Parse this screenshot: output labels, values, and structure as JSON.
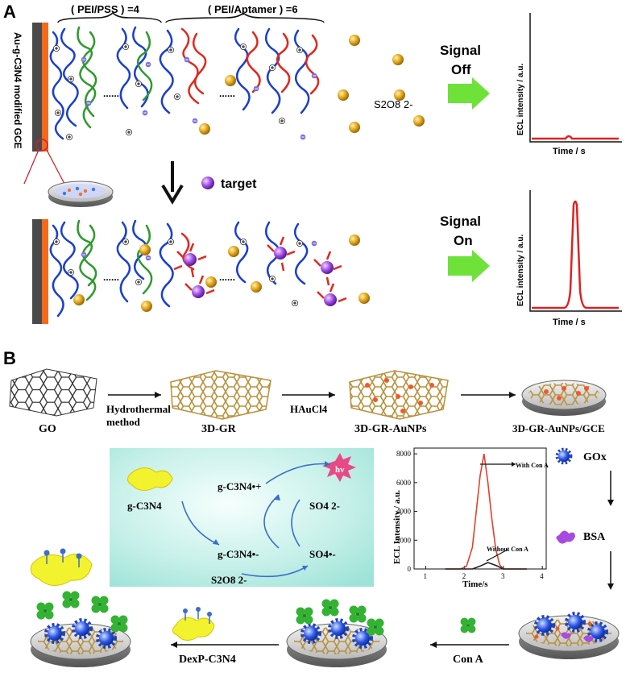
{
  "panel_a": {
    "letter": "A",
    "electrode_label": "Au-g-C3N4 modified GCE",
    "pei_pss_label": "( PEI/PSS ) =4",
    "pei_aptamer_label": "( PEI/Aptamer ) =6",
    "ellipsis": "......",
    "persulfate_label": "S2O8 2-",
    "target_label": "target",
    "signal_off": {
      "line1": "Signal",
      "line2": "Off"
    },
    "signal_on": {
      "line1": "Signal",
      "line2": "On"
    },
    "graph_off": {
      "ylabel": "ECL intensity / a.u.",
      "xlabel": "Time / s"
    },
    "graph_on": {
      "ylabel": "ECL intensity / a.u.",
      "xlabel": "Time / s"
    },
    "colors": {
      "arrow_green": "#6fe23a",
      "curve_red": "#e02020",
      "electrode_orange": "#f26a1b",
      "polymer_blue": "#1a3fcf",
      "aptamer_red": "#e0281e",
      "pss_green": "#2e9a2e",
      "gold": "#e0a21a",
      "target_purple": "#9a45e0"
    }
  },
  "panel_b": {
    "letter": "B",
    "steps": [
      "GO",
      "3D-GR",
      "3D-GR-AuNPs",
      "3D-GR-AuNPs/GCE"
    ],
    "step_arrow1_label": [
      "Hydrothermal",
      "method"
    ],
    "step_arrow2_label": "HAuCl4",
    "mechanism": {
      "reagent": "g-C3N4",
      "radical_cation": "g-C3N4•+",
      "radical_anion": "g-C3N4•-",
      "sulfate": "SO4 2-",
      "sulfate_radical": "SO4•-",
      "persulfate": "S2O8 2-",
      "hv": "hv"
    },
    "inset_chart_labels": {
      "ylabel": "ECL Intensity / a.u.",
      "xlabel": "Time/s",
      "with_label": "With Con A",
      "without_label": "Without Con A"
    },
    "side_labels": {
      "gox": "GOx",
      "bsa": "BSA",
      "cona": "Con A",
      "dexp": "DexP-C3N4"
    }
  },
  "chart_data": {
    "type": "line",
    "title": "",
    "xlabel": "Time/s",
    "ylabel": "ECL Intensity / a.u.",
    "xlim": [
      0.7,
      4.1
    ],
    "ylim": [
      0,
      8400
    ],
    "x_ticks": [
      1,
      2,
      3,
      4
    ],
    "y_ticks": [
      0,
      2000,
      4000,
      6000,
      8000
    ],
    "series": [
      {
        "name": "With Con A",
        "color": "#e3412d",
        "x": [
          1.5,
          1.9,
          2.05,
          2.2,
          2.3,
          2.4,
          2.5,
          2.6,
          2.7,
          2.8,
          2.9,
          3.0,
          3.6
        ],
        "y": [
          0,
          0,
          200,
          1500,
          4000,
          6500,
          8000,
          6000,
          3500,
          1400,
          300,
          0,
          0
        ]
      },
      {
        "name": "Without Con A",
        "color": "#222222",
        "x": [
          1.5,
          2.2,
          2.4,
          2.6,
          2.8,
          3.0,
          3.6
        ],
        "y": [
          0,
          0,
          200,
          450,
          250,
          0,
          0
        ]
      }
    ]
  }
}
